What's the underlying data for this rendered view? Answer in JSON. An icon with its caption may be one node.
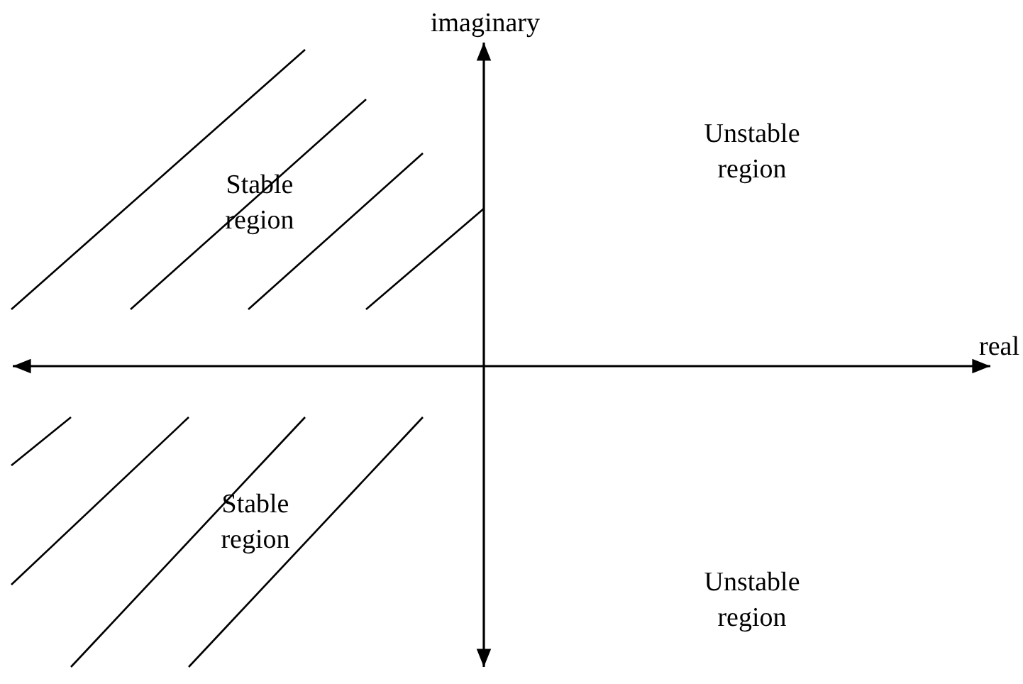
{
  "diagram": {
    "labels": [
      "imaginary",
      "Stable region",
      "Unstable region",
      "real",
      "Stable region",
      "Unstable region"
    ]
  }
}
